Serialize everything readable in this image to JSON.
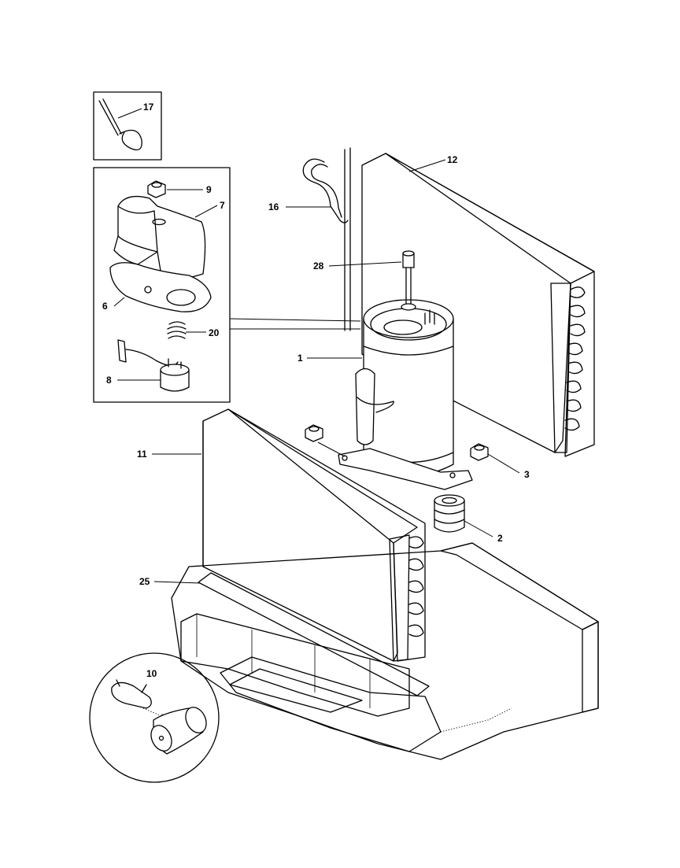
{
  "callouts": {
    "c1": "1",
    "c2": "2",
    "c3": "3",
    "c6": "6",
    "c7": "7",
    "c8": "8",
    "c9": "9",
    "c10": "10",
    "c11": "11",
    "c12": "12",
    "c16": "16",
    "c17": "17",
    "c20": "20",
    "c25": "25",
    "c28": "28"
  }
}
